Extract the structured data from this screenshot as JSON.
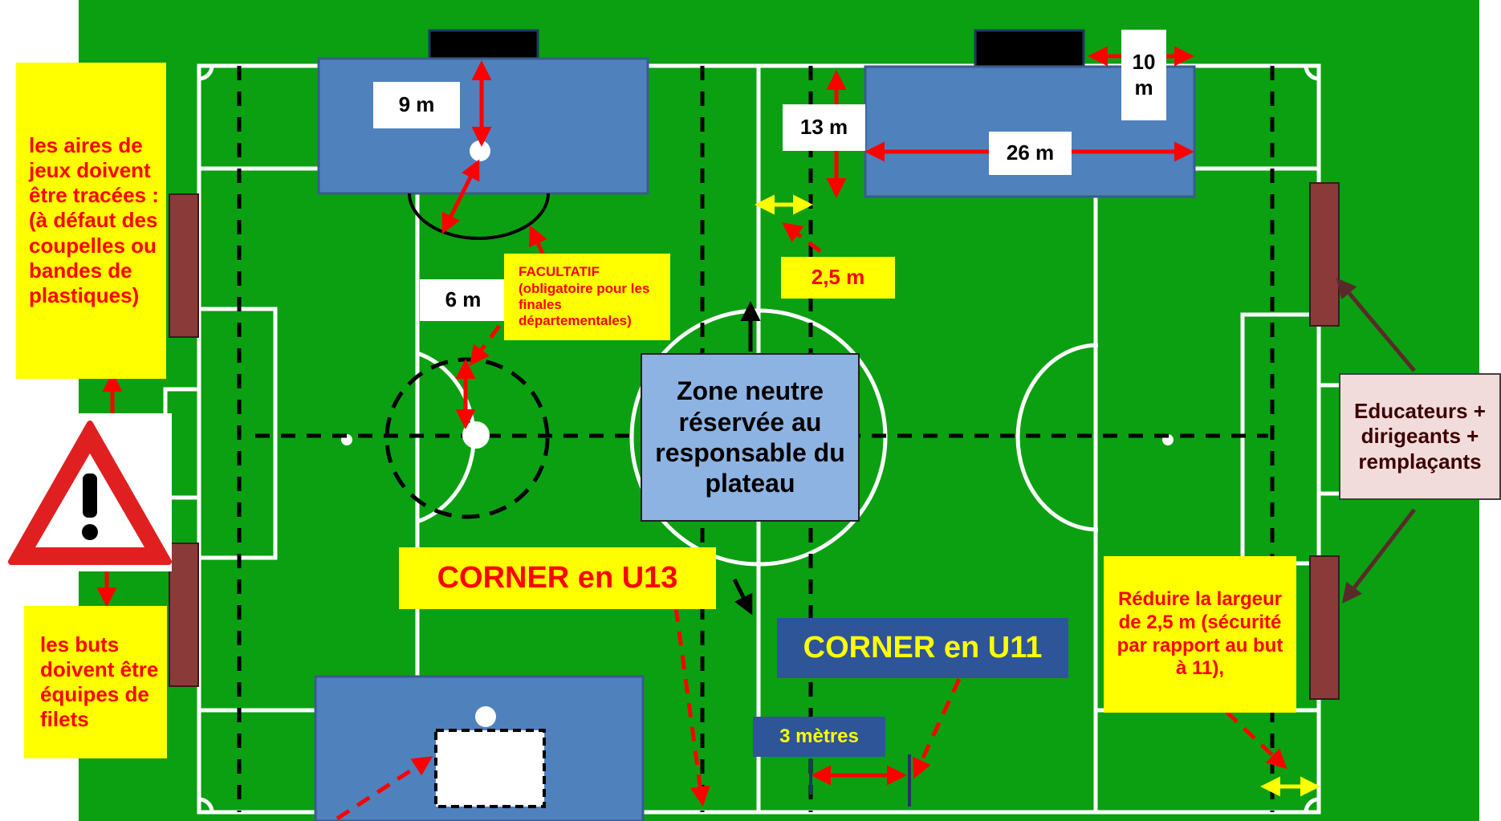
{
  "labels": {
    "aires_jeux": "les aires de jeux doivent être tracées : (à défaut des coupelles ou bandes de plastiques)",
    "buts_filets": "les buts doivent être équipes de filets",
    "dim_9m": "9 m",
    "dim_6m": "6 m",
    "dim_13m": "13 m",
    "dim_26m": "26 m",
    "dim_10m": "10 m",
    "dim_2_5m": "2,5 m",
    "facultatif": "FACULTATIF (obligatoire pour les finales départementales)",
    "zone_neutre": "Zone neutre réservée au responsable du plateau",
    "educateurs": "Educateurs + dirigeants + remplaçants",
    "corner_u13": "CORNER en U13",
    "corner_u11": "CORNER en U11",
    "trois_metres": "3 mètres",
    "reduire": "Réduire la largeur de 2,5 m (sécurité par rapport au but à 11),"
  },
  "colors": {
    "pitch": "#0aa012",
    "line": "#ffffff",
    "zone": "#4f81bd",
    "arrow_red": "#ff0000",
    "arrow_yellow": "#ffff00",
    "arrow_brown": "#5a2a2a",
    "bench": "#8b3a3a"
  }
}
